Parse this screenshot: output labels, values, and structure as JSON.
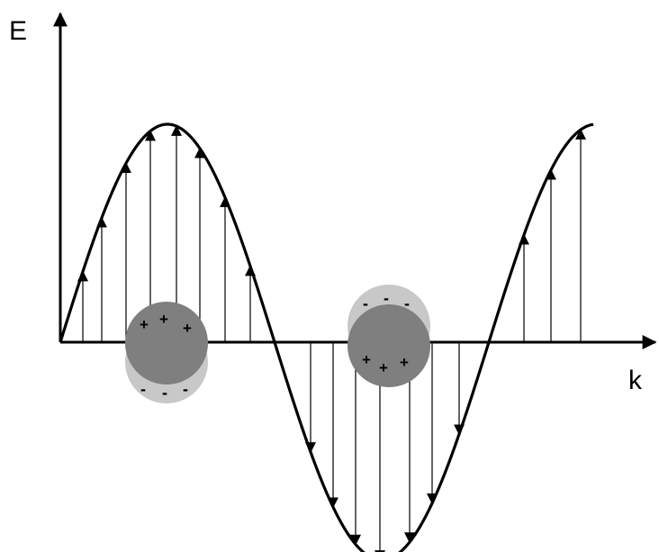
{
  "axes": {
    "y_label": "E",
    "x_label": "k"
  },
  "wave": {
    "color": "#000000",
    "field_arrow_color": "#000000"
  },
  "particles": [
    {
      "id": "particle-left",
      "positive_charges": [
        "+",
        "+",
        "+"
      ],
      "negative_charges": [
        "-",
        "-",
        "-"
      ],
      "body_color": "#7f7f7f",
      "shadow_color": "#c8c8c8"
    },
    {
      "id": "particle-right",
      "positive_charges": [
        "+",
        "+",
        "+"
      ],
      "negative_charges": [
        "-",
        "-",
        "-"
      ],
      "body_color": "#7f7f7f",
      "shadow_color": "#c8c8c8"
    }
  ]
}
